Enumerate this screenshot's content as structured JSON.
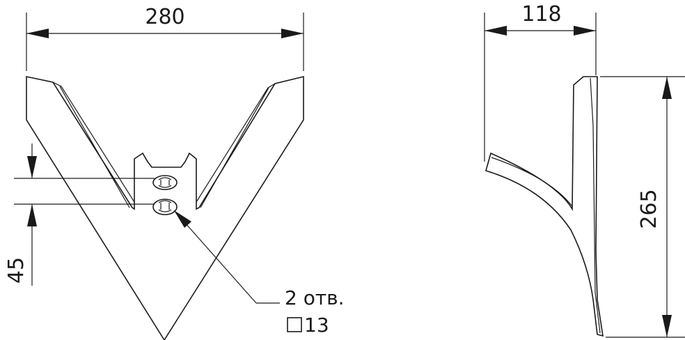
{
  "front_view": {
    "width_dimension": "280",
    "hole_offset_dimension": "45",
    "hole_callout": {
      "line1": "2 отв.",
      "line2": "13"
    }
  },
  "side_view": {
    "depth_dimension": "118",
    "height_dimension": "265"
  }
}
